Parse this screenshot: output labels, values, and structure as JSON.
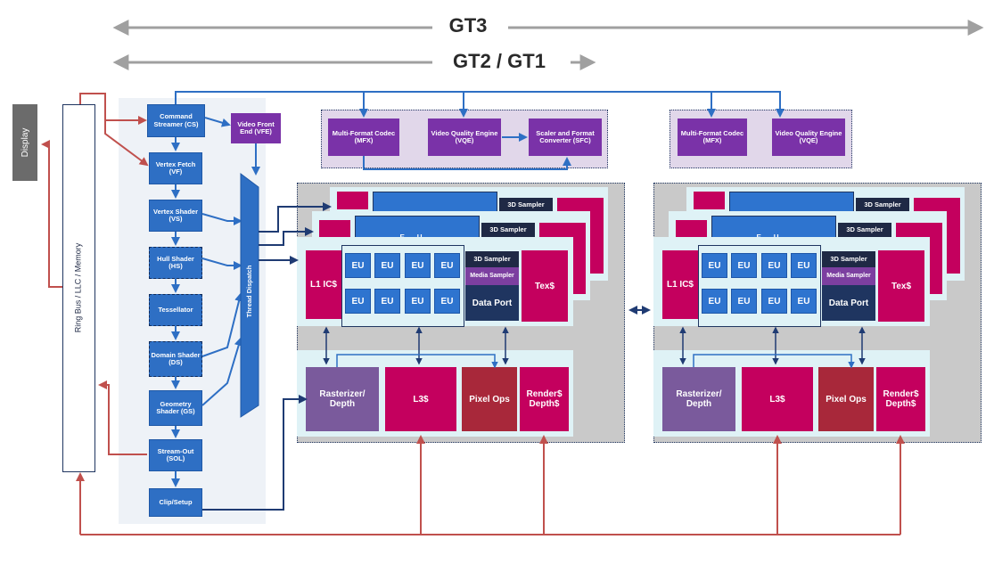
{
  "header": {
    "gt3": "GT3",
    "gt2_gt1": "GT2 / GT1"
  },
  "display": "Display",
  "ring_bus": "Ring Bus / LLC / Memory",
  "pipeline": {
    "cs": "Command Streamer (CS)",
    "vfe": "Video Front End (VFE)",
    "vf": "Vertex Fetch (VF)",
    "vs": "Vertex Shader (VS)",
    "hs": "Hull Shader (HS)",
    "tess": "Tessellator",
    "ds": "Domain Shader (DS)",
    "gs": "Geometry Shader (GS)",
    "sol": "Stream-Out (SOL)",
    "clip": "Clip/Setup",
    "thread_dispatch": "Thread Dispatch"
  },
  "media_left": {
    "mfx": "Multi-Format Codec (MFX)",
    "vqe": "Video Quality Engine (VQE)",
    "sfc": "Scaler and Format Converter (SFC)"
  },
  "media_right": {
    "mfx": "Multi-Format Codec (MFX)",
    "vqe": "Video Quality Engine (VQE)"
  },
  "slice": {
    "eu": "EU",
    "l1": "L1 IC$",
    "sampler3d": "3D Sampler",
    "media_sampler": "Media Sampler",
    "data_port": "Data Port",
    "tex": "Tex$",
    "rasterizer": "Rasterizer/ Depth",
    "l3": "L3$",
    "pixel_ops": "Pixel Ops",
    "render": "Render$ Depth$",
    "eu_peek": "EU"
  },
  "colors": {
    "pipeline_blue": "#2e6fc4",
    "media_purple": "#7a32a8",
    "cache_magenta": "#c4005e",
    "arrow_red": "#c0504d",
    "arrow_navy": "#1f3b73"
  }
}
